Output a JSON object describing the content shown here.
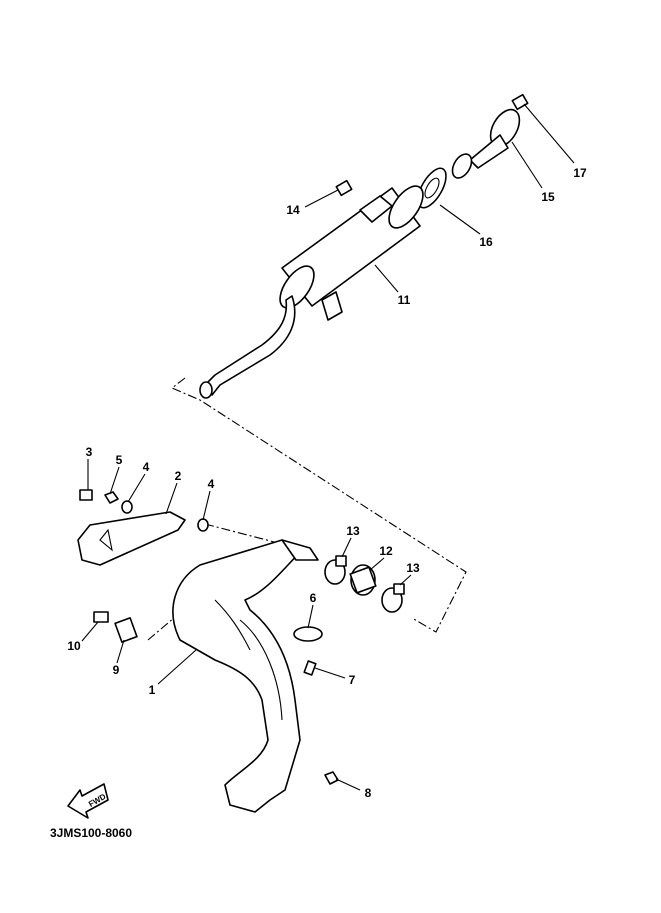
{
  "diagram_code": "3JMS100-8060",
  "fwd_label": "FWD",
  "callouts": [
    "1",
    "2",
    "3",
    "4",
    "4",
    "5",
    "6",
    "7",
    "8",
    "9",
    "10",
    "11",
    "12",
    "13",
    "13",
    "14",
    "15",
    "16",
    "17"
  ]
}
